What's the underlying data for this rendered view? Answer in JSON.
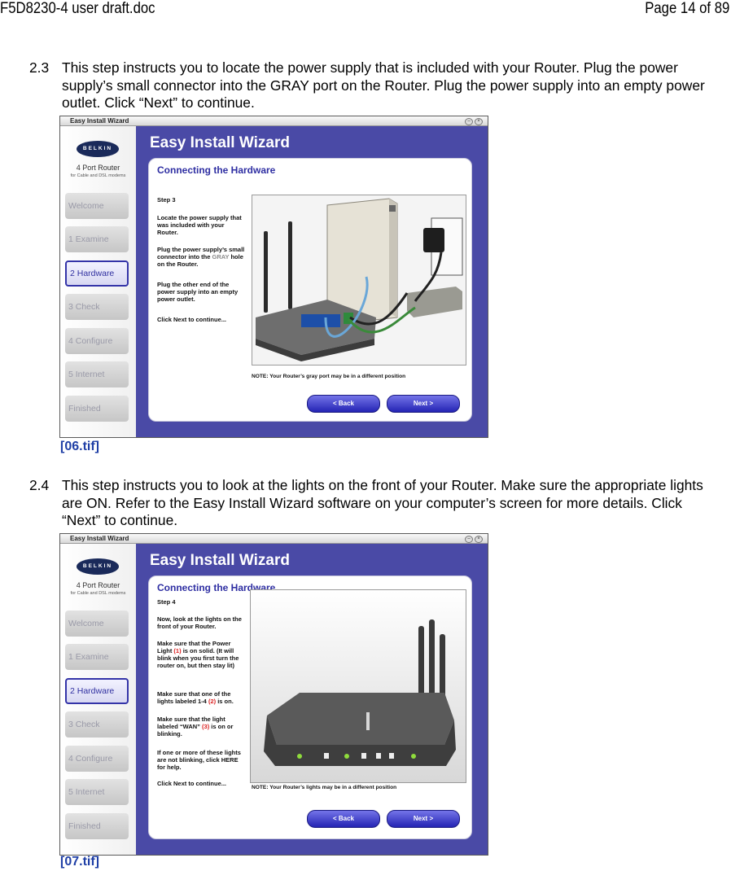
{
  "header": {
    "filename": "F5D8230-4 user draft.doc",
    "page": "Page 14 of 89"
  },
  "steps": [
    {
      "number": "2.3",
      "text": "This step instructs you to locate the power supply that is included with your Router. Plug the power supply’s small connector into the GRAY port on the Router. Plug the power supply into an empty power outlet. Click “Next” to continue.",
      "caption": "[06.tif]",
      "screenshot": {
        "window_title": "Easy Install Wizard",
        "brand": "BELKIN",
        "product": "4 Port Router",
        "product_sub": "for Cable and DSL modems",
        "wizard_title": "Easy Install Wizard",
        "section_title": "Connecting the Hardware",
        "nav": [
          "Welcome",
          "1 Examine",
          "2 Hardware",
          "3 Check",
          "4 Configure",
          "5 Internet",
          "Finished"
        ],
        "active_nav": "2 Hardware",
        "step_label": "Step 3",
        "para1": "Locate the power supply that was included with your Router.",
        "para2_pre": "Plug the power supply’s small connector into the",
        "para2_gray": "GRAY",
        "para2_post": "hole on the Router.",
        "para3": "Plug the other end of the power supply into an empty power outlet.",
        "click_next": "Click Next to continue...",
        "note": "NOTE: Your Router’s gray port may be in a different position",
        "back_label": "< Back",
        "next_label": "Next >"
      }
    },
    {
      "number": "2.4",
      "text": "This step instructs you to look at the lights on the front of your Router. Make sure the appropriate lights are ON. Refer to the Easy Install Wizard software on your computer’s screen for more details. Click “Next” to continue.",
      "caption": "[07.tif]",
      "screenshot": {
        "window_title": "Easy Install Wizard",
        "brand": "BELKIN",
        "product": "4 Port Router",
        "product_sub": "for Cable and DSL modems",
        "wizard_title": "Easy Install Wizard",
        "section_title": "Connecting the Hardware",
        "nav": [
          "Welcome",
          "1 Examine",
          "2 Hardware",
          "3 Check",
          "4 Configure",
          "5 Internet",
          "Finished"
        ],
        "active_nav": "2 Hardware",
        "step_label": "Step 4",
        "para1": "Now, look at the lights on the front of your Router.",
        "para2_pre": "Make sure that the Power Light",
        "para2_red": "(1)",
        "para2_post": "is on solid. (It will blink when you first turn the router on, but then stay lit)",
        "para3_pre": "Make sure that one of the lights labeled 1-4",
        "para3_red": "(2)",
        "para3_post": "is on.",
        "para4_pre": "Make sure that the light labeled “WAN”",
        "para4_red": "(3)",
        "para4_post": "is on or blinking.",
        "help_link": "If one or more of these lights are not blinking, click HERE for help.",
        "click_next": "Click Next to continue...",
        "note": "NOTE: Your Router’s lights may be in a different position",
        "back_label": "< Back",
        "next_label": "Next >"
      }
    }
  ]
}
